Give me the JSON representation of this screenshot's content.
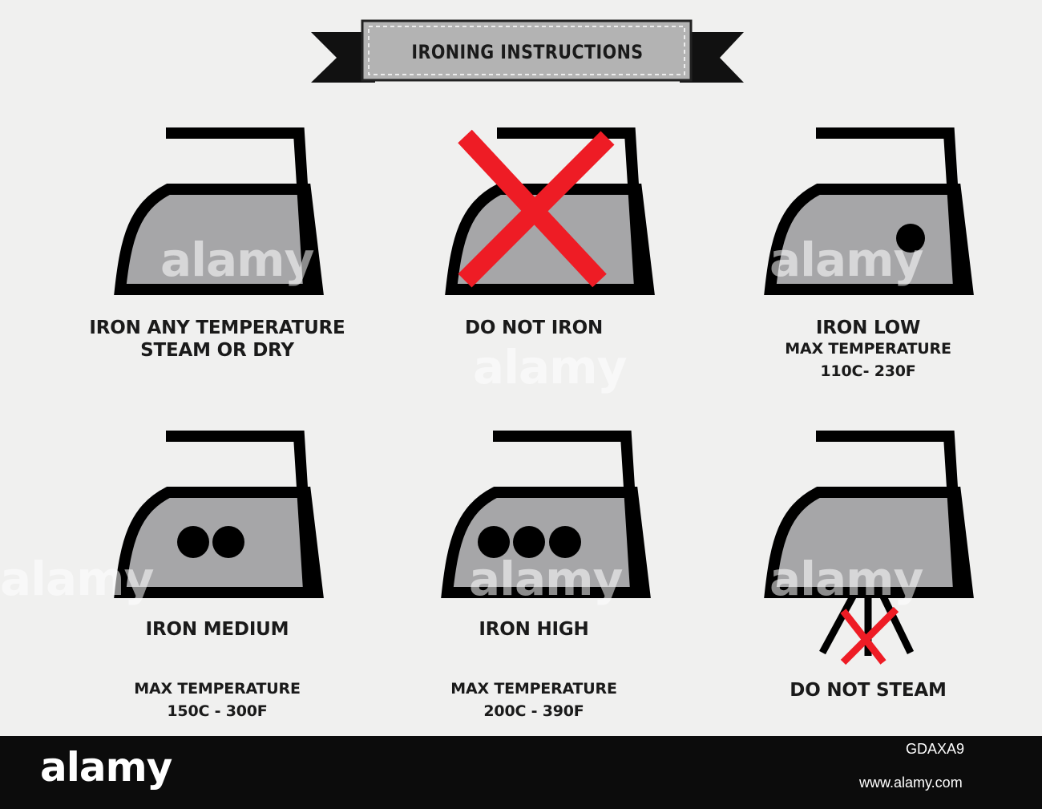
{
  "banner": {
    "title": "IRONING INSTRUCTIONS"
  },
  "symbols": [
    {
      "id": "any",
      "lines": [
        "IRON ANY TEMPERATURE",
        "STEAM OR DRY"
      ],
      "dots": 0,
      "crossed": false,
      "no_steam": false
    },
    {
      "id": "do-not-iron",
      "lines": [
        "DO NOT IRON"
      ],
      "dots": 0,
      "crossed": true,
      "no_steam": false
    },
    {
      "id": "low",
      "lines": [
        "IRON LOW",
        "MAX TEMPERATURE",
        "110C- 230F"
      ],
      "dots": 1,
      "crossed": false,
      "no_steam": false
    },
    {
      "id": "medium",
      "lines": [
        "IRON MEDIUM",
        "MAX TEMPERATURE",
        "150C - 300F"
      ],
      "dots": 2,
      "crossed": false,
      "no_steam": false
    },
    {
      "id": "high",
      "lines": [
        "IRON HIGH",
        "MAX TEMPERATURE",
        "200C - 390F"
      ],
      "dots": 3,
      "crossed": false,
      "no_steam": false
    },
    {
      "id": "do-not-steam",
      "lines": [
        "DO NOT STEAM"
      ],
      "dots": 0,
      "crossed": false,
      "no_steam": true
    }
  ],
  "watermark": {
    "text": "alamy"
  },
  "footer": {
    "brand": "alamy",
    "image_id": "GDAXA9",
    "url": "www.alamy.com"
  },
  "colors": {
    "background": "#f0f0ef",
    "iron_outline": "#000000",
    "iron_fill": "#a6a6a8",
    "cross": "#ee1c25",
    "banner": "#b3b3b3",
    "footer": "#0c0c0c"
  }
}
